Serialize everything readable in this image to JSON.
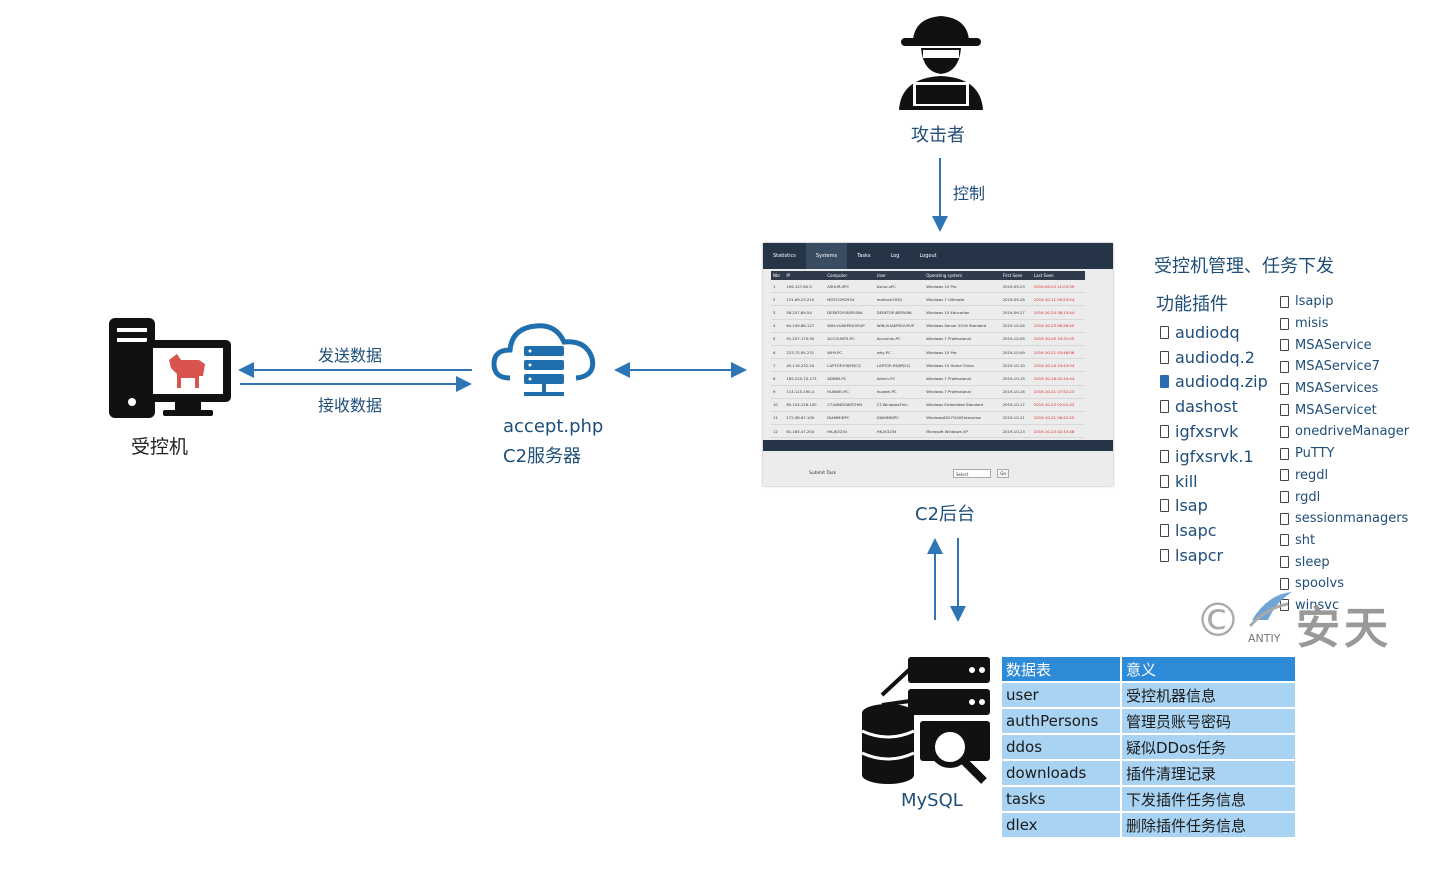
{
  "attacker": {
    "label": "攻击者"
  },
  "control": {
    "label": "控制"
  },
  "victim": {
    "label": "受控机"
  },
  "links": {
    "send": "发送数据",
    "recv": "接收数据"
  },
  "server": {
    "line1": "accept.php",
    "line2": "C2服务器"
  },
  "c2_backend": {
    "caption": "C2后台",
    "nav": [
      "Statistics",
      "Systems",
      "Tasks",
      "Log",
      "Logout"
    ],
    "headers": [
      "Nbr",
      "IP",
      "Computer",
      "User",
      "Operating system",
      "First Seen",
      "Last Seen"
    ],
    "rows": [
      [
        "1",
        "106.127.80.5",
        "ASHUR-SPC",
        "Ashur-sPC",
        "Windows 10 Pro",
        "2019-09-23",
        "2019-09-23 11:03:39"
      ],
      [
        "2",
        "131.69.23.210",
        "MOFCOM2934",
        "mofcom2934",
        "Windows 7 Ultimate",
        "2019-09-26",
        "2019-10-11 09:53:54"
      ],
      [
        "3",
        "58.247.89.54",
        "DESKTOP-BSP00NL",
        "DESKTOP-BSP00NL",
        "Windows 10 Education",
        "2019-09-27",
        "2019-10-24 08:15:44"
      ],
      [
        "4",
        "84.249.88.127",
        "WIN-VUAKPDUV5UP",
        "WIN-VUAKPDUV5UP",
        "Windows Server 2016 Standard",
        "2019-10-04",
        "2019-10-23 06:28:40"
      ],
      [
        "5",
        "91.207.175.50",
        "ACCOUNTS-PC",
        "Accounts-PC",
        "Windows 7 Professional",
        "2019-10-05",
        "2019-10-05 10:31:05"
      ],
      [
        "6",
        "223.72.95.231",
        "WHY-PC",
        "why-PC",
        "Windows 10 Pro",
        "2019-10-09",
        "2019-10-21 03:48:06"
      ],
      [
        "7",
        "45.116.232.20",
        "LAPTOP-E9J9PJCQ",
        "LAPTOP-E9J9PJCQ",
        "Windows 10 Home China",
        "2019-10-10",
        "2019-10-10 10:43:04"
      ],
      [
        "8",
        "185.220.70.173",
        "ADMIN-PC",
        "Admin-PC",
        "Windows 7 Professional",
        "2019-10-15",
        "2019-10-16 02:34:44"
      ],
      [
        "9",
        "114.115.190.4",
        "HUAWEI-PC",
        "huawei-PC",
        "Windows 7 Professional",
        "2019-10-16",
        "2019-10-21 07:52:23"
      ],
      [
        "10",
        "65.154.226.100",
        "CT-WINDOWSTHIN",
        "CT-WindowsThin",
        "Windows Embedded Standard",
        "2019-10-17",
        "2019-10-23 02:01:43"
      ],
      [
        "11",
        "172.98.67.100",
        "DIAMMIDPC",
        "DIAMMIDPC",
        "Windows8207%20Enterprise",
        "2019-10-21",
        "2019-10-21 06:42:25"
      ],
      [
        "12",
        "61.164.47.204",
        "HK-JK3234",
        "HK-JK3234",
        "Microsoft Windows XP",
        "2019-10-23",
        "2019-10-23 02:43:48"
      ]
    ],
    "submit_label": "Submit Task",
    "select_value": "Select",
    "go_label": "Go"
  },
  "plugins": {
    "title": "受控机管理、任务下发",
    "subtitle": "功能插件",
    "left": [
      "audiodq",
      "audiodq.2",
      "audiodq.zip",
      "dashost",
      "igfxsrvk",
      "igfxsrvk.1",
      "kill",
      "lsap",
      "lsapc",
      "lsapcr"
    ],
    "right": [
      "lsapip",
      "misis",
      "MSAService",
      "MSAService7",
      "MSAServices",
      "MSAServicet",
      "onedriveManager",
      "PuTTY",
      "regdl",
      "rgdl",
      "sessionmanagers",
      "sht",
      "sleep",
      "spoolvs",
      "winsvc"
    ]
  },
  "watermark": {
    "copyright": "©",
    "brand_en": "ANTIY",
    "brand_cn": "安天"
  },
  "mysql": {
    "label": "MySQL",
    "header": [
      "数据表",
      "意义"
    ],
    "rows": [
      [
        "user",
        "受控机器信息"
      ],
      [
        "authPersons",
        "管理员账号密码"
      ],
      [
        "ddos",
        "疑似DDos任务"
      ],
      [
        "downloads",
        "插件清理记录"
      ],
      [
        "tasks",
        "下发插件任务信息"
      ],
      [
        "dlex",
        "删除插件任务信息"
      ]
    ]
  },
  "colors": {
    "arrow": "#2e75b6",
    "text_blue": "#1f4e79",
    "header_blue": "#2e8bd8",
    "cell_blue": "#a9d3f2",
    "nav_dark": "#253447"
  }
}
